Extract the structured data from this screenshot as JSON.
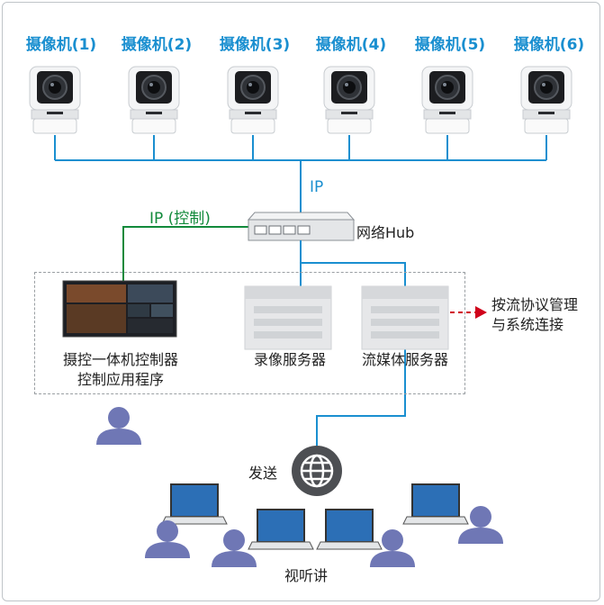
{
  "cameras": [
    {
      "label": "摄像机(1)"
    },
    {
      "label": "摄像机(2)"
    },
    {
      "label": "摄像机(3)"
    },
    {
      "label": "摄像机(4)"
    },
    {
      "label": "摄像机(5)"
    },
    {
      "label": "摄像机(6)"
    }
  ],
  "network": {
    "ip_label": "IP",
    "ip_control_label": "IP (控制)",
    "hub_label": "网络Hub"
  },
  "devices": {
    "controller_line1": "摄控一体机控制器",
    "controller_line2": "控制应用程序",
    "recorder_label": "录像服务器",
    "streaming_label": "流媒体服务器",
    "external_line1": "按流协议管理",
    "external_line2": "与系统连接"
  },
  "distribution": {
    "send_label": "发送",
    "audience_label": "视听讲"
  },
  "colors": {
    "accent_blue": "#1a8fd0",
    "control_green": "#128a3b",
    "arrow_red": "#d0021b",
    "person": "#6f77b5"
  }
}
